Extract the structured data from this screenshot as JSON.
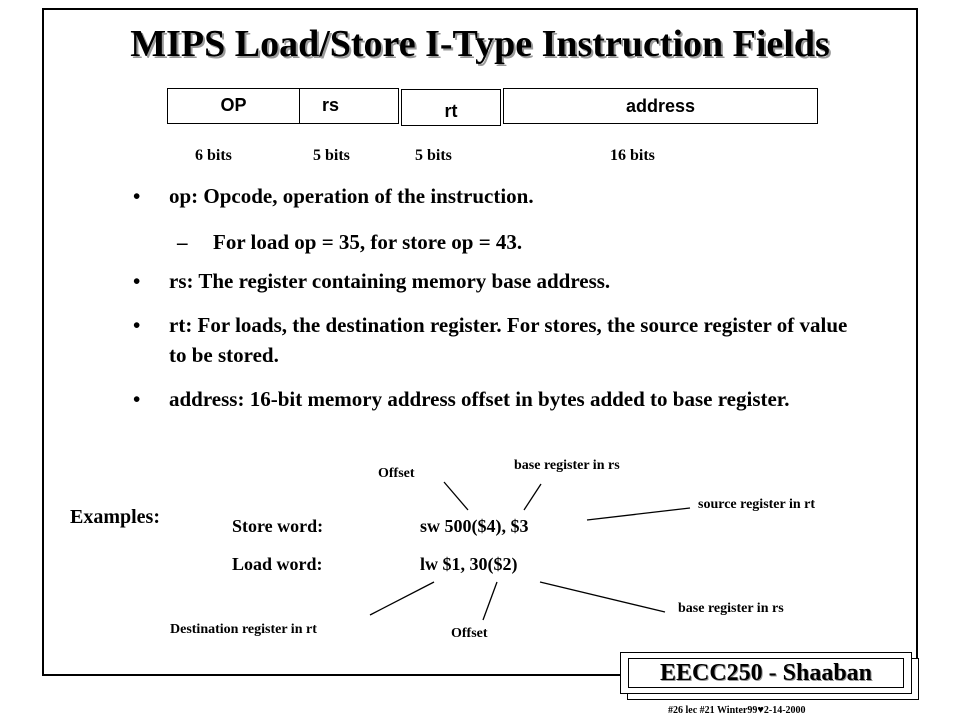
{
  "title": "MIPS Load/Store I-Type Instruction Fields",
  "fields": [
    {
      "label": "OP",
      "bits": "6 bits"
    },
    {
      "label": "rs",
      "bits": "5 bits"
    },
    {
      "label": "rt",
      "bits": "5 bits"
    },
    {
      "label": "address",
      "bits": "16  bits"
    }
  ],
  "bullets": [
    {
      "mark": "•",
      "text": "op: Opcode, operation of the instruction."
    },
    {
      "mark": "–",
      "text": "For load op = 35,  for store op = 43."
    },
    {
      "mark": "•",
      "text": "rs: The register containing memory base address."
    },
    {
      "mark": "•",
      "text": "rt: For loads, the destination register.  For stores, the source register of value to be stored."
    },
    {
      "mark": "•",
      "text": "address:  16-bit memory address offset in bytes added to base register."
    }
  ],
  "examples": {
    "heading": "Examples:",
    "store_label": "Store word:",
    "store_code": "sw  500($4), $3",
    "load_label": "Load word:",
    "load_code": "lw $1, 30($2)"
  },
  "annotations": {
    "offset_top": "Offset",
    "base_top": "base register in rs",
    "source_rt": "source register in rt",
    "dest_rt": "Destination register in rt",
    "offset_bottom": "Offset",
    "base_bottom": "base register in rs"
  },
  "brand": "EECC250 - Shaaban",
  "footer": {
    "text": "#26  lec #21  Winter99",
    "heart": "♥",
    "date": "2-14-2000"
  }
}
